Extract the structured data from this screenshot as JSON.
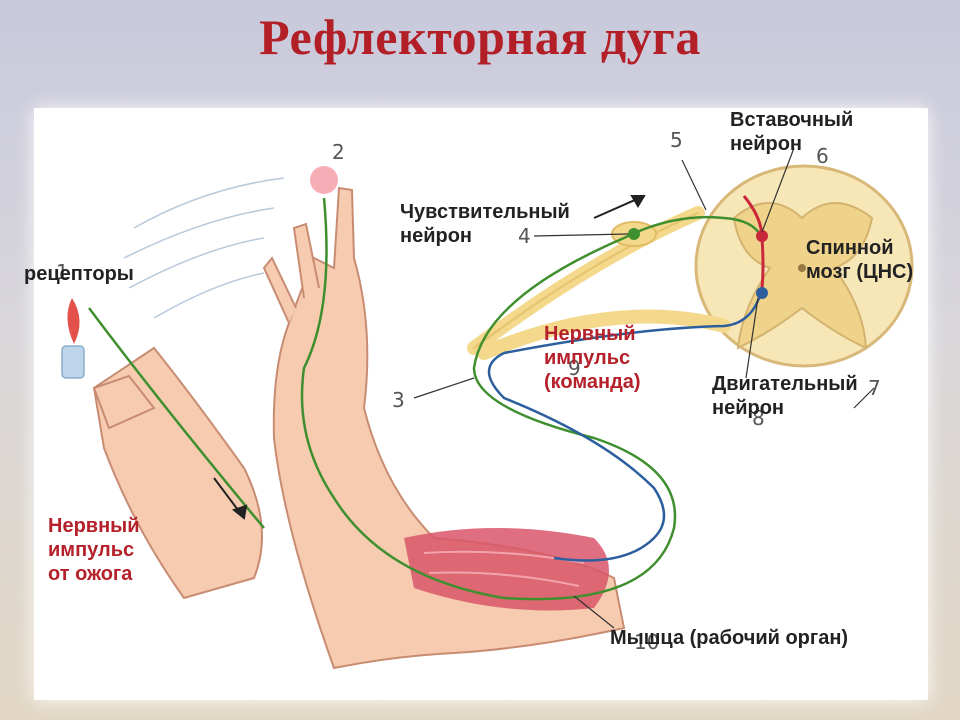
{
  "title": "Рефлекторная дуга",
  "labels": {
    "receptors": "рецепторы",
    "sensory_neuron": "Чувствительный\nнейрон",
    "interneuron": "Вставочный\nнейрон",
    "spinal_cord": "Спинной\nмозг (ЦНС)",
    "impulse_command": "Нервный\nимпульс\n(команда)",
    "motor_neuron": "Двигательный\nнейрон",
    "impulse_burn": "Нервный\nимпульс\nот ожога",
    "muscle": "Мышца (рабочий орган)"
  },
  "numbers": [
    "1",
    "2",
    "3",
    "4",
    "5",
    "6",
    "7",
    "8",
    "9",
    "10"
  ],
  "colors": {
    "title": "#b31f26",
    "red_label": "#b5212a",
    "skin": "#f6cbb0",
    "skin_outline": "#c88c72",
    "sensory_path": "#3f8f2f",
    "motor_path": "#2d5f9e",
    "nerve": "#f4d98c",
    "spinal_cord": "#f7e6b6",
    "muscle": "#d9566a"
  }
}
